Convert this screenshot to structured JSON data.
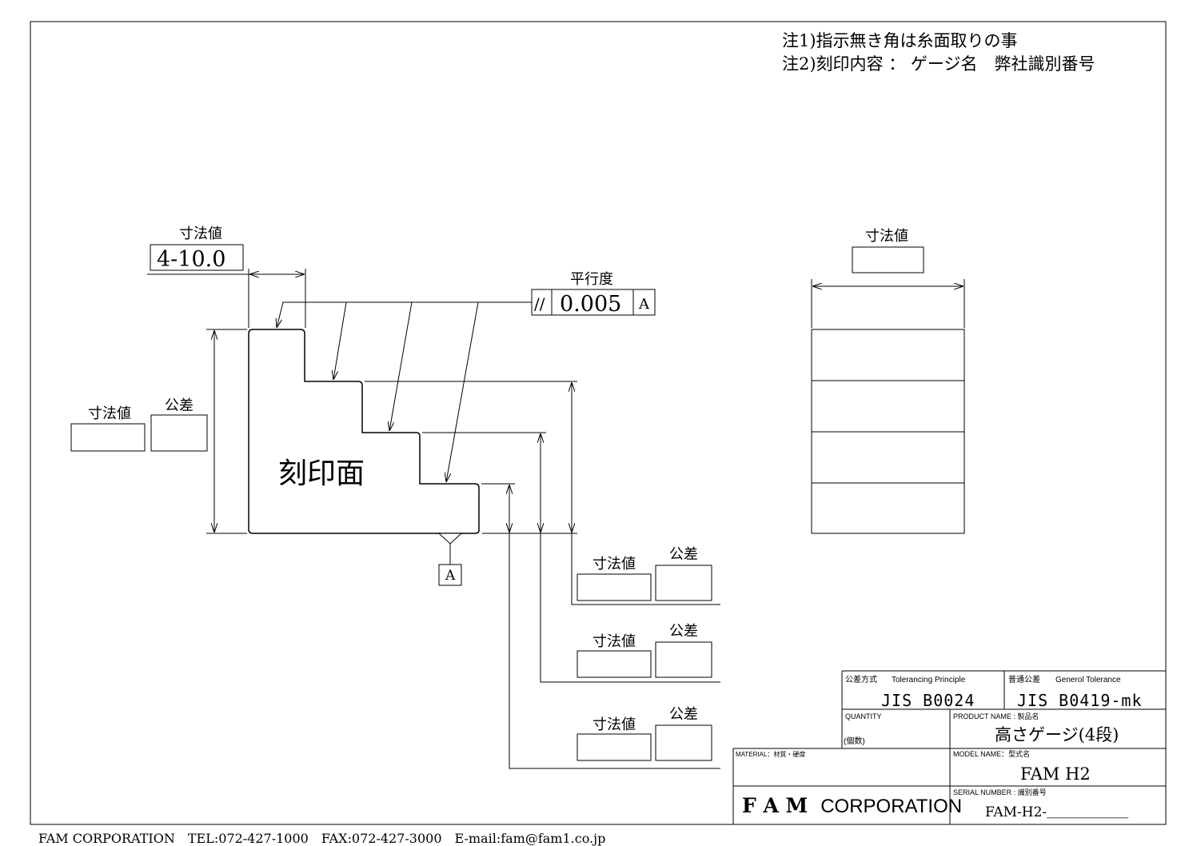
{
  "notes": {
    "note1": "注1)指示無き角は糸面取りの事",
    "note2": "注2)刻印内容 ： ゲージ名　弊社識別番号"
  },
  "side_view": {
    "pitch_label": "寸法値",
    "pitch_value": "4-10.0",
    "parallelism_label": "平行度",
    "parallel_symbol": "//",
    "parallel_value": "0.005",
    "datum_ref": "A",
    "face_label": "刻印面",
    "height_label": "寸法値",
    "height_tol_label": "公差",
    "datum_label": "A",
    "step_dims": [
      {
        "label": "寸法値",
        "tol_label": "公差"
      },
      {
        "label": "寸法値",
        "tol_label": "公差"
      },
      {
        "label": "寸法値",
        "tol_label": "公差"
      }
    ]
  },
  "front_view": {
    "width_label": "寸法値"
  },
  "title_block": {
    "tol_principle_label": "公差方式",
    "tol_principle_en": "Tolerancing Principle",
    "tol_principle_value": "JIS B0024",
    "general_tol_label": "普通公差",
    "general_tol_en": "Generol Tolerance",
    "general_tol_value": "JIS B0419-mk",
    "quantity_label": "QUANTITY",
    "quantity_sub": "(個数)",
    "product_label": "PRODUCT NAME : 製品名",
    "product_value": "高さゲージ(4段)",
    "material_label": "MATERIAL：材質・硬度",
    "model_label": "MODEL NAME：型式名",
    "model_value": "FAM H2",
    "serial_label": "SERIAL NUMBER : 識別番号",
    "serial_value": "FAM-H2-＿＿＿＿＿＿",
    "company_bold": "F A M",
    "company_rest": "CORPORATION"
  },
  "footer": {
    "contact": "FAM CORPORATION　TEL:072-427-1000　FAX:072-427-3000　E-mail:fam@fam1.co.jp"
  }
}
